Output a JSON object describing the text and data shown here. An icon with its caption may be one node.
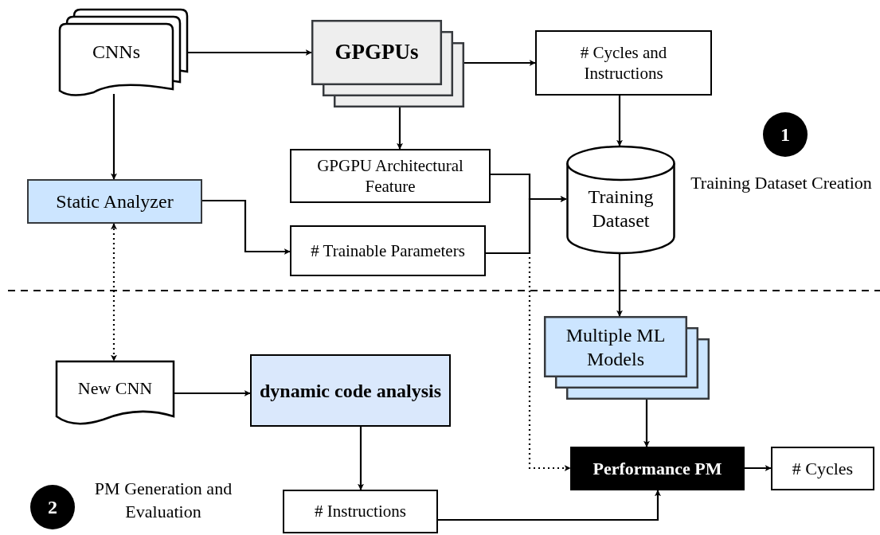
{
  "diagram": {
    "nodes": [
      {
        "text": [
          "CNNs"
        ]
      },
      {
        "text": [
          "GPGPUs"
        ]
      },
      {
        "text": [
          "# Cycles and Instructions"
        ]
      },
      {
        "text": [
          "GPGPU Architectural Feature"
        ]
      },
      {
        "text": [
          "Training Dataset"
        ]
      },
      {
        "text": [
          "Static Analyzer"
        ]
      },
      {
        "text": [
          "# Trainable Parameters"
        ]
      },
      {
        "text": [
          "1"
        ],
        "beside": [
          "Training Dataset Creation"
        ]
      },
      {
        "text": [
          "Multiple ML Models"
        ]
      },
      {
        "text": [
          "New CNN"
        ]
      },
      {
        "text": [
          "dynamic code analysis"
        ]
      },
      {
        "text": [
          "2"
        ],
        "beside": [
          "PM Generation and Evaluation"
        ]
      },
      {
        "text": [
          "Performance PM"
        ]
      },
      {
        "text": [
          "# Cycles"
        ]
      },
      {
        "text": [
          "# Instructions"
        ]
      }
    ],
    "edges": [
      {
        "from": 0,
        "to": 1,
        "arrow": "to"
      },
      {
        "from": 1,
        "to": 2,
        "arrow": "to"
      },
      {
        "from": 1,
        "to": 3,
        "arrow": "to"
      },
      {
        "from": 2,
        "to": 4,
        "arrow": "to"
      },
      {
        "from": 0,
        "to": 5,
        "arrow": "to"
      },
      {
        "from": 5,
        "to": 6,
        "arrow": "to"
      },
      {
        "from": 3,
        "to": 4,
        "arrow": "to"
      },
      {
        "from": 6,
        "to": 4,
        "arrow": "to"
      },
      {
        "from": 4,
        "to": 8,
        "arrow": "to"
      },
      {
        "from": 5,
        "to": 9,
        "arrow": "both",
        "style": "dashed"
      },
      {
        "from": 6,
        "to": 12,
        "arrow": "to",
        "style": "dashed"
      },
      {
        "from": 8,
        "to": 12,
        "arrow": "to"
      },
      {
        "from": 9,
        "to": 10,
        "arrow": "to"
      },
      {
        "from": 10,
        "to": 14,
        "arrow": "to"
      },
      {
        "from": 14,
        "to": 12,
        "arrow": "to"
      },
      {
        "from": 12,
        "to": 13,
        "arrow": "to"
      }
    ]
  }
}
